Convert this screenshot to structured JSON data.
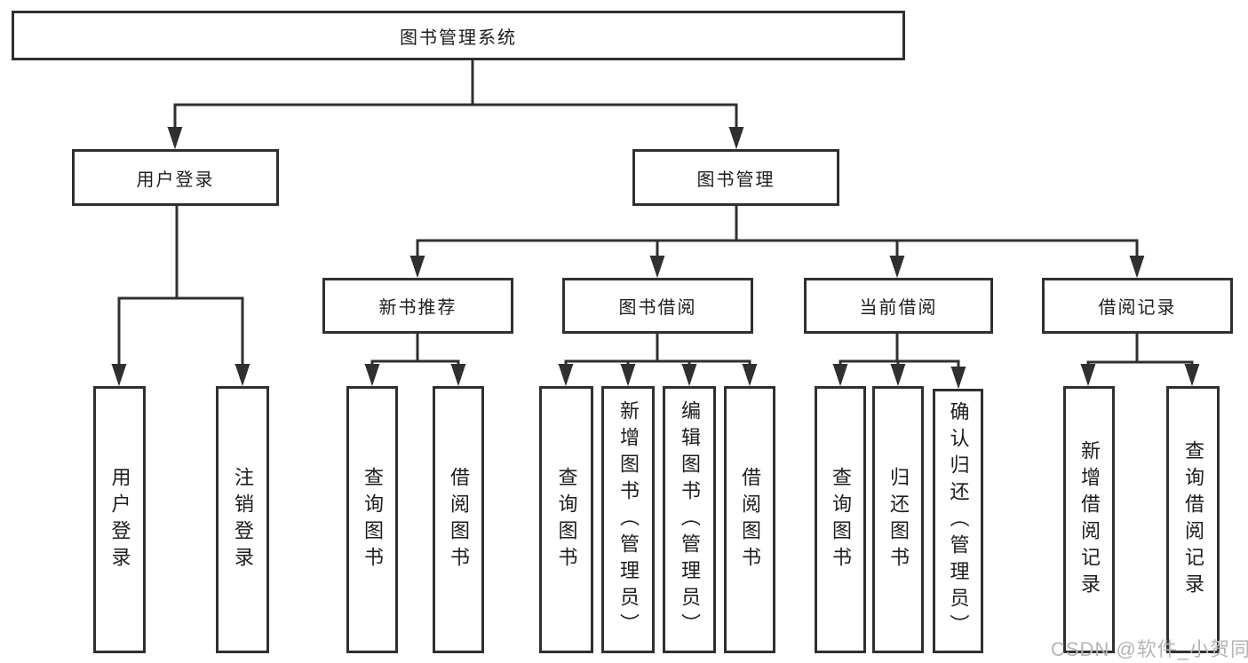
{
  "root": {
    "label": "图书管理系统"
  },
  "level2": [
    {
      "label": "用户登录",
      "leaves": [
        "用户登录",
        "注销登录"
      ]
    },
    {
      "label": "图书管理",
      "sections": [
        {
          "label": "新书推荐",
          "leaves": [
            "查询图书",
            "借阅图书"
          ]
        },
        {
          "label": "图书借阅",
          "leaves": [
            "查询图书",
            "新增图书（管理员）",
            "编辑图书（管理员）",
            "借阅图书"
          ]
        },
        {
          "label": "当前借阅",
          "leaves": [
            "查询图书",
            "归还图书",
            "确认归还（管理员）"
          ]
        },
        {
          "label": "借阅记录",
          "leaves": [
            "新增借阅记录",
            "查询借阅记录"
          ]
        }
      ]
    }
  ],
  "watermark": {
    "text": "CSDN @软件_小贺同学"
  },
  "colors": {
    "line": "#303030",
    "box_border": "#303030",
    "text": "#1d1d1d",
    "watermark": "#b5b5b5",
    "background": "#ffffff"
  }
}
